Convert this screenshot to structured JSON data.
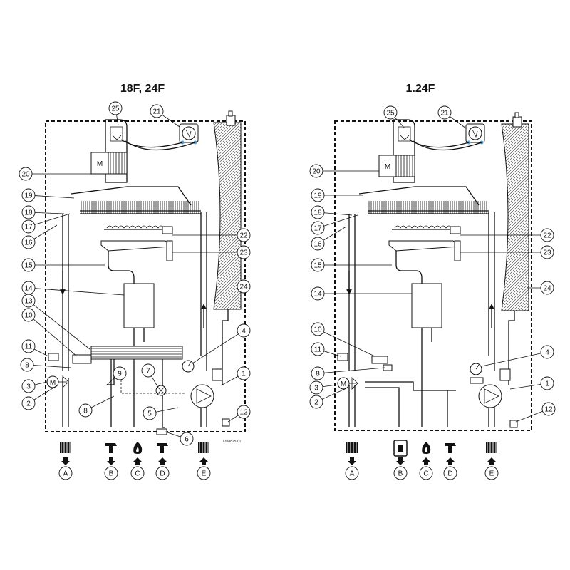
{
  "diagrams": [
    {
      "title": "18F, 24F",
      "labels": [
        "1",
        "2",
        "3",
        "4",
        "5",
        "6",
        "7",
        "8",
        "8",
        "9",
        "10",
        "11",
        "12",
        "13",
        "14",
        "15",
        "16",
        "17",
        "18",
        "19",
        "20",
        "21",
        "22",
        "23",
        "24",
        "25"
      ],
      "letters": [
        "A",
        "B",
        "C",
        "D",
        "E"
      ],
      "code": "7708825.01"
    },
    {
      "title": "1.24F",
      "labels": [
        "1",
        "2",
        "3",
        "4",
        "8",
        "10",
        "11",
        "12",
        "14",
        "15",
        "16",
        "17",
        "18",
        "19",
        "20",
        "21",
        "22",
        "23",
        "24",
        "25"
      ],
      "letters": [
        "A",
        "B",
        "C",
        "D",
        "E"
      ]
    }
  ],
  "symbols": {
    "motor": "M",
    "heating_icon": "radiator-icon",
    "dhw_icon": "tap-icon",
    "gas_icon": "flame-icon",
    "tank_icon": "cylinder-icon"
  }
}
